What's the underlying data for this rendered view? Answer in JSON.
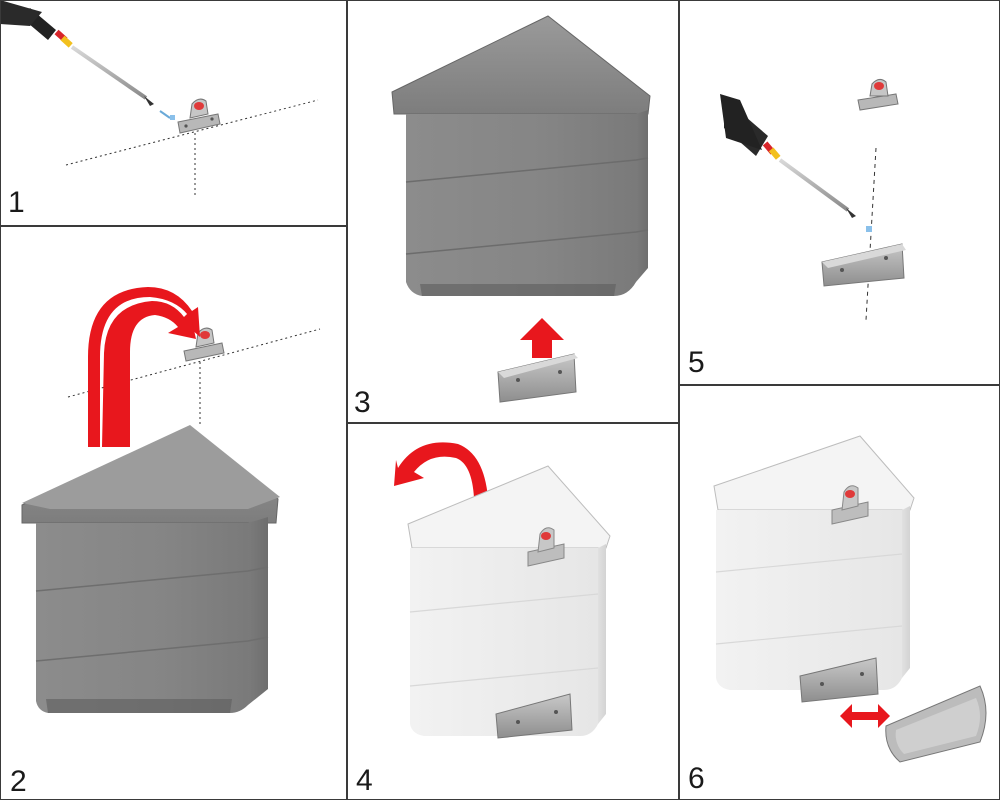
{
  "steps": [
    {
      "number": "1"
    },
    {
      "number": "2"
    },
    {
      "number": "3"
    },
    {
      "number": "4"
    },
    {
      "number": "5"
    },
    {
      "number": "6"
    }
  ],
  "colors": {
    "arrow": "#e8171d",
    "bin_dark": "#8a8a8a",
    "bin_light": "#eeeeee",
    "bracket": "#a6a6a6",
    "border": "#3a3a3a"
  },
  "icons": [
    "screwdriver-icon",
    "wall-hook-icon",
    "curved-arrow-icon",
    "up-arrow-icon",
    "double-arrow-icon",
    "rail-bracket-icon",
    "waste-bin-icon",
    "cover-strip-icon"
  ]
}
